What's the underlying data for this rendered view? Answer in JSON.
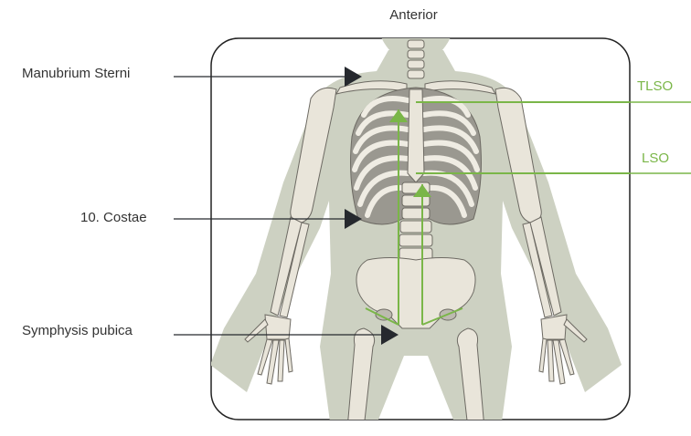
{
  "title": "Anterior",
  "labels": {
    "manubrium": "Manubrium Sterni",
    "costae": "10. Costae",
    "symphysis": "Symphysis pubica"
  },
  "orthoses": {
    "tlso": "TLSO",
    "lso": "LSO"
  },
  "colors": {
    "accent_green": "#7ab648",
    "pointer": "#26292e",
    "silhouette": "#cdd1c2",
    "bone": "#e9e5da",
    "bone_outline": "#6d6a63",
    "frame": "#222222"
  }
}
